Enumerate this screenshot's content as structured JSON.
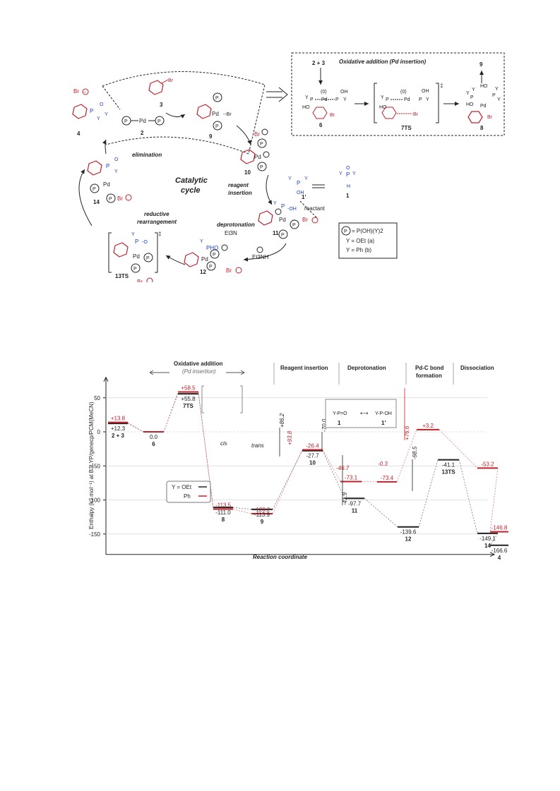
{
  "scheme": {
    "oxidative_box": {
      "title": "Oxidative addition (Pd insertion)",
      "reactants": "2 + 3",
      "product_up": "9",
      "pd_ox": "(0)",
      "ts_mark": "‡",
      "labels": {
        "c6": "6",
        "c7": "7TS",
        "c8": "8"
      },
      "atoms": {
        "Y": "Y",
        "HO": "HO",
        "OH": "OH",
        "P": "P",
        "Pd": "Pd",
        "Br": "Br"
      }
    },
    "cycle_title_1": "Catalytic",
    "cycle_title_2": "cycle",
    "steps": {
      "elimination": "elimination",
      "reagent_1": "reagent",
      "reagent_2": "insertion",
      "deprotonation": "deprotonation",
      "reductive_1": "reductive",
      "reductive_2": "rearrangement"
    },
    "compounds": {
      "c1": "1",
      "c1p": "1'",
      "c2": "2",
      "c3": "3",
      "c4": "4",
      "c9": "9",
      "c10": "10",
      "c11": "11",
      "c12": "12",
      "c13": "13TS",
      "c14": "14"
    },
    "reactant_label": "reactant",
    "base": "Et3N",
    "base_h": "Et3NH",
    "bromide": "Br",
    "legend": {
      "p_def": "= P(OH)(Y)2",
      "y_a": "Y = OEt (a)",
      "y_b": "Y = Ph (b)"
    }
  },
  "chart_data": {
    "type": "energy_profile",
    "ylabel": "Enthalpy (kJ mol⁻¹) at B3LYP/genecp/PCM(MeCN)",
    "xlabel": "Reaction coordinate",
    "yticks": [
      50,
      0,
      -50,
      -100,
      -150
    ],
    "ylim": [
      -180,
      80
    ],
    "sections": [
      "Oxidative addition",
      "(Pd insertion)",
      "Reagent insertion",
      "Deprotonation",
      "Pd-C bond",
      "formation",
      "Dissociation"
    ],
    "legend": [
      {
        "name": "Y = OEt",
        "color": "#222222"
      },
      {
        "name": "Ph",
        "color": "#c0202a"
      }
    ],
    "states": [
      {
        "name": "2 + 3",
        "oet": 12.3,
        "ph": 13.8,
        "oet_label": "+12.3",
        "ph_label": "+13.8"
      },
      {
        "name": "6",
        "oet": 0.0,
        "ph": 0.0,
        "oet_label": "0.0",
        "ph_label": ""
      },
      {
        "name": "7TS",
        "oet": 55.8,
        "ph": 58.5,
        "oet_label": "+55.8",
        "ph_label": "+58.5"
      },
      {
        "name": "8",
        "oet": -111.0,
        "ph": -113.5,
        "oet_label": "-111.0",
        "ph_label": "-113.5",
        "tag": "cis"
      },
      {
        "name": "9",
        "oet": -113.9,
        "ph": -120.2,
        "oet_label": "-113.9",
        "ph_label": "-120.2",
        "tag": "trans"
      },
      {
        "name": "10",
        "oet": -27.7,
        "ph": -26.4,
        "oet_label": "-27.7",
        "ph_label": "-26.4"
      },
      {
        "name": "11",
        "oet": -97.7,
        "ph": -73.1,
        "oet_label": "-97.7",
        "ph_label": "-73.1"
      },
      {
        "name": "",
        "oet": null,
        "ph": -73.4,
        "oet_label": "",
        "ph_label": "-73.4"
      },
      {
        "name": "12",
        "oet": -139.6,
        "ph": null,
        "oet_label": "-139.6",
        "ph_label": ""
      },
      {
        "name": "13TS",
        "oet": -41.1,
        "ph": 3.2,
        "oet_label": "-41.1",
        "ph_label": "+3.2"
      },
      {
        "name": "14",
        "oet": -149.1,
        "ph": -53.2,
        "oet_label": "-149.1",
        "ph_label": "-53.2"
      },
      {
        "name": "4",
        "oet": -166.6,
        "ph": -146.8,
        "oet_label": "-166.6",
        "ph_label": "-146.8"
      }
    ],
    "barrier_labels": [
      {
        "text": "+86.2",
        "color": "#222222"
      },
      {
        "text": "+93.8",
        "color": "#c0202a"
      },
      {
        "text": "-70.0",
        "color": "#222222"
      },
      {
        "text": "-46.7",
        "color": "#c0202a"
      },
      {
        "text": "-0.3",
        "color": "#c0202a"
      },
      {
        "text": "-41.9",
        "color": "#222222"
      },
      {
        "text": "+76.6",
        "color": "#c0202a"
      },
      {
        "text": "-98.5",
        "color": "#222222"
      }
    ],
    "equilibrium": {
      "left": "1",
      "right": "1'"
    }
  }
}
